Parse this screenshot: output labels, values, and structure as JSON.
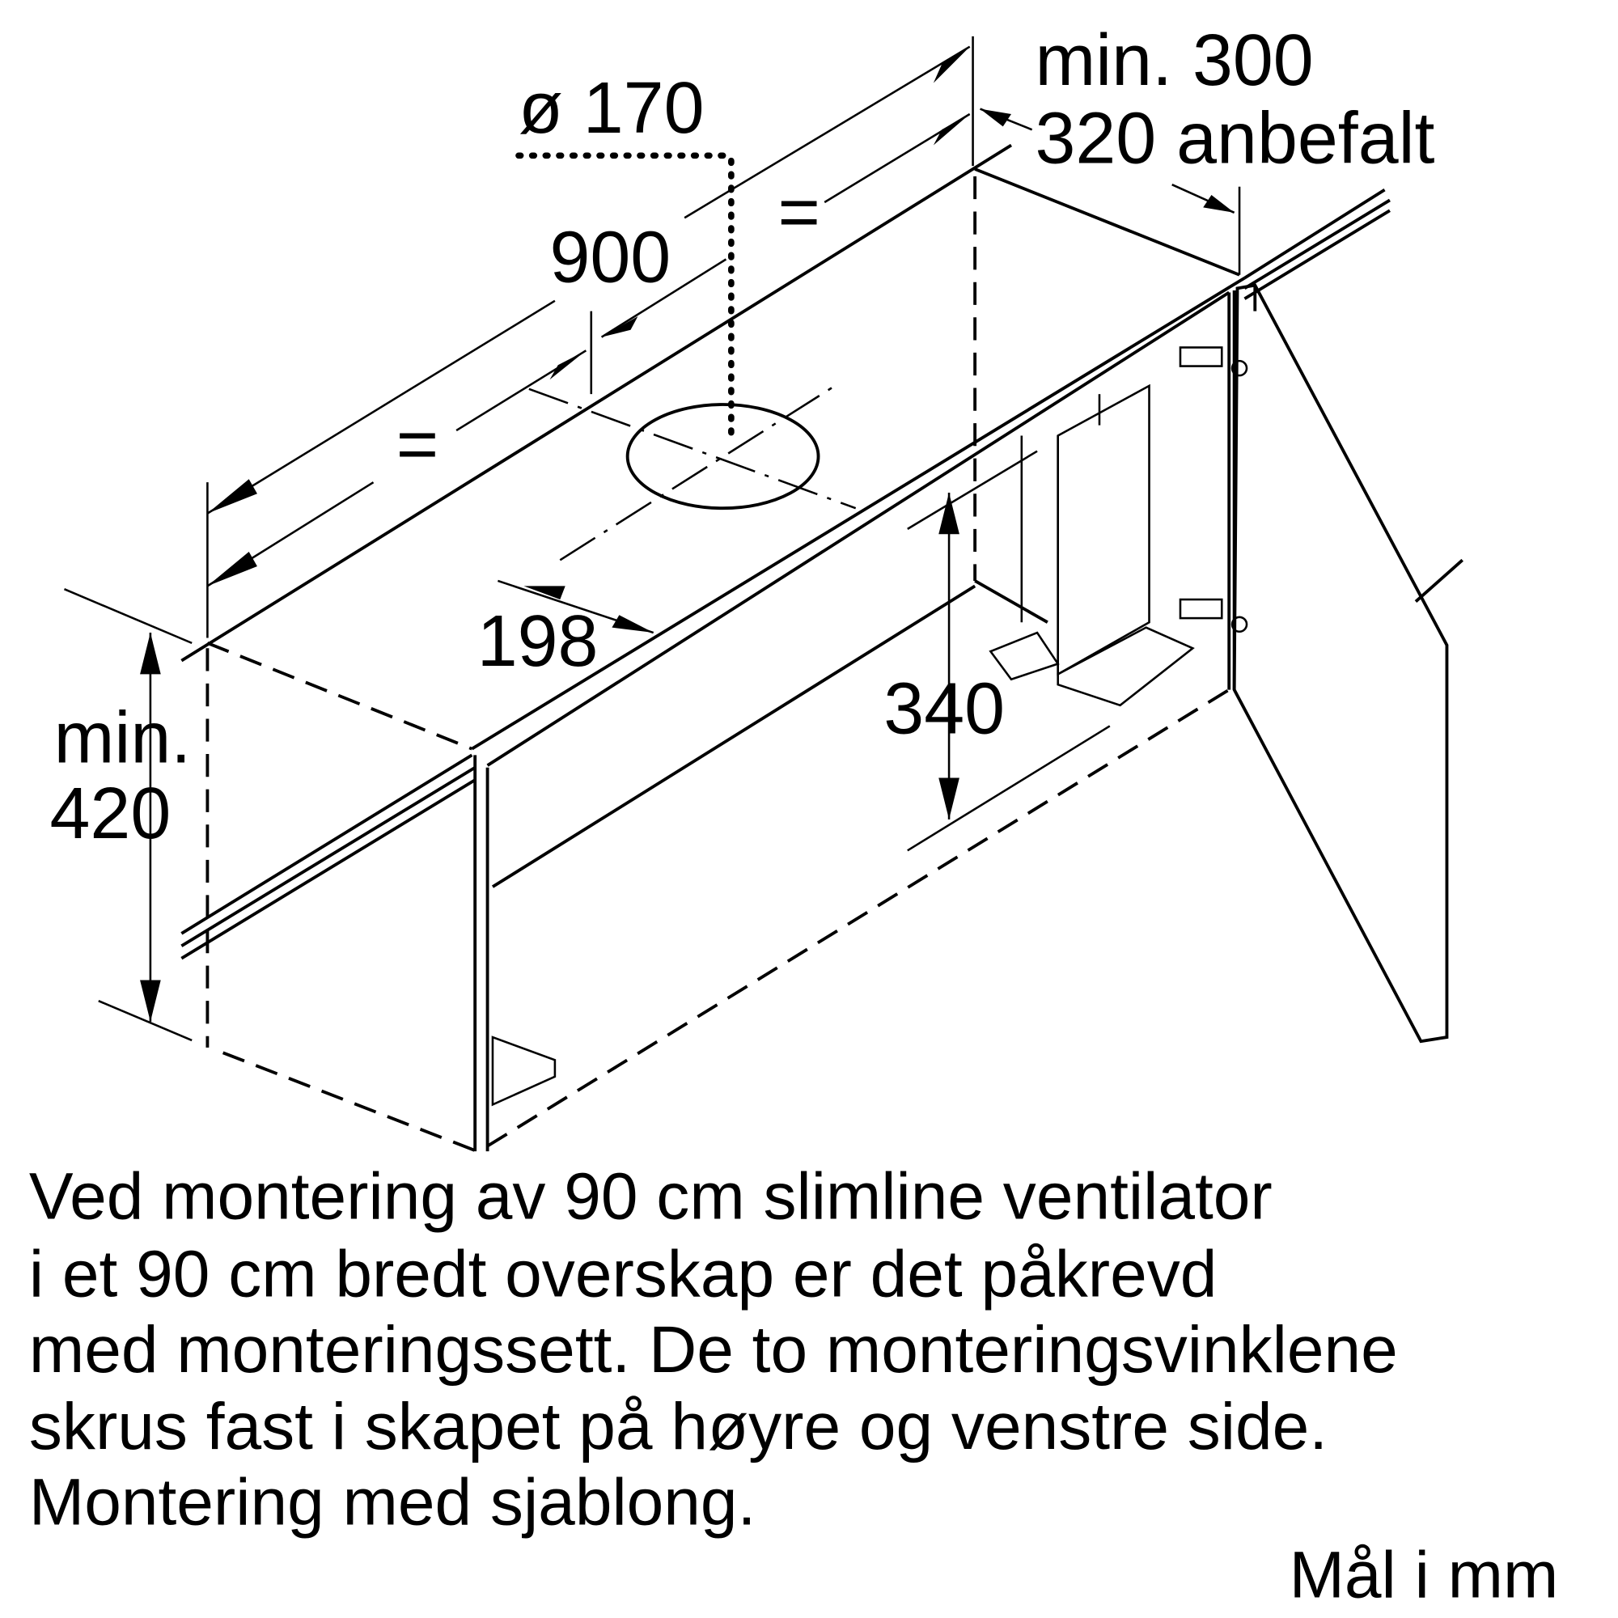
{
  "diagram": {
    "dimensions": {
      "diameter": "ø 170",
      "width": "900",
      "equal_left": "=",
      "equal_right": "=",
      "min_depth": "min. 300",
      "recommended_depth": "320 anbefalt",
      "offset": "198",
      "height": "340",
      "min_height_line1": "min.",
      "min_height_line2": "420"
    },
    "description": [
      "Ved montering av 90 cm slimline ventilator",
      "i et 90 cm bredt overskap er det påkrevd",
      "med monteringssett. De to monteringsvinklene",
      "skrus fast i skapet på høyre og venstre side.",
      "Montering med sjablong."
    ],
    "units_note": "Mål i mm"
  }
}
